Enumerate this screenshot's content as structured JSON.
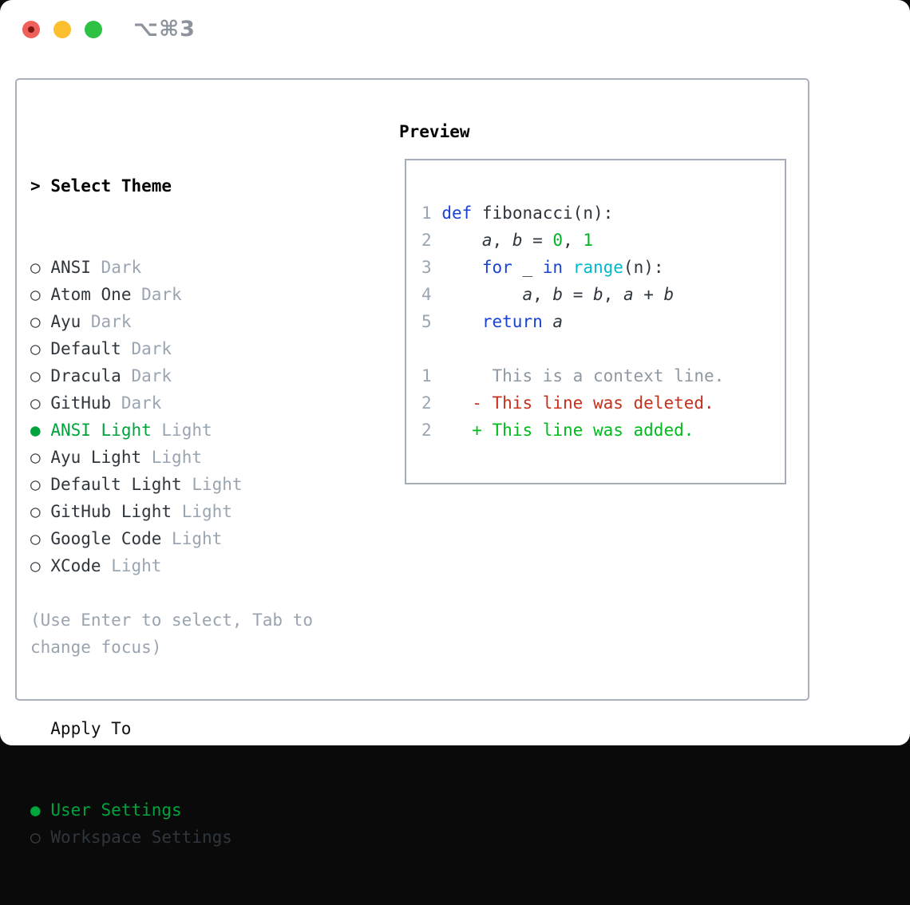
{
  "window": {
    "title_shortcut": "⌥⌘3"
  },
  "icons": {
    "focus_cursor": ">",
    "radio_unselected": "○",
    "radio_selected": "●",
    "traffic_close_icon": "close-circle",
    "traffic_minimize_icon": "minimize-circle",
    "traffic_zoom_icon": "zoom-circle"
  },
  "colors": {
    "selected_green": "#00a43c",
    "added_green": "#00bb1c",
    "number_green": "#00b521",
    "deleted_red": "#c5311d",
    "keyword_blue": "#1a43d3",
    "function_cyan": "#00b9cf",
    "muted_gray": "#9aa5b2",
    "text_dark": "#2f363d",
    "border_gray": "#a8b0bb",
    "traffic_red": "#f0605a",
    "traffic_yellow": "#fcbf2d",
    "traffic_green": "#2ec244"
  },
  "theme_panel": {
    "header_label": "Select Theme",
    "themes": [
      {
        "name": "ANSI",
        "variant": "Dark",
        "selected": false
      },
      {
        "name": "Atom One",
        "variant": "Dark",
        "selected": false
      },
      {
        "name": "Ayu",
        "variant": "Dark",
        "selected": false
      },
      {
        "name": "Default",
        "variant": "Dark",
        "selected": false
      },
      {
        "name": "Dracula",
        "variant": "Dark",
        "selected": false
      },
      {
        "name": "GitHub",
        "variant": "Dark",
        "selected": false
      },
      {
        "name": "ANSI Light",
        "variant": "Light",
        "selected": true
      },
      {
        "name": "Ayu Light",
        "variant": "Light",
        "selected": false
      },
      {
        "name": "Default Light",
        "variant": "Light",
        "selected": false
      },
      {
        "name": "GitHub Light",
        "variant": "Light",
        "selected": false
      },
      {
        "name": "Google Code",
        "variant": "Light",
        "selected": false
      },
      {
        "name": "XCode",
        "variant": "Light",
        "selected": false
      }
    ],
    "apply_to": {
      "header_label": "Apply To",
      "options": [
        {
          "name": "User Settings",
          "selected": true
        },
        {
          "name": "Workspace Settings",
          "selected": false
        }
      ]
    },
    "hint": "(Use Enter to select, Tab to\nchange focus)"
  },
  "preview": {
    "header_label": "Preview",
    "code_lines": [
      [
        [
          "lno",
          "1"
        ],
        [
          "pln",
          " "
        ],
        [
          "kw",
          "def"
        ],
        [
          "pln",
          " fibonacci(n):"
        ]
      ],
      [
        [
          "lno",
          "2"
        ],
        [
          "pln",
          "     "
        ],
        [
          "var",
          "a"
        ],
        [
          "pln",
          ", "
        ],
        [
          "var",
          "b"
        ],
        [
          "pln",
          " = "
        ],
        [
          "num",
          "0"
        ],
        [
          "pln",
          ", "
        ],
        [
          "num",
          "1"
        ]
      ],
      [
        [
          "lno",
          "3"
        ],
        [
          "pln",
          "     "
        ],
        [
          "kw",
          "for"
        ],
        [
          "pln",
          " _ "
        ],
        [
          "kw",
          "in"
        ],
        [
          "pln",
          " "
        ],
        [
          "fn",
          "range"
        ],
        [
          "pln",
          "(n):"
        ]
      ],
      [
        [
          "lno",
          "4"
        ],
        [
          "pln",
          "         "
        ],
        [
          "var",
          "a"
        ],
        [
          "pln",
          ", "
        ],
        [
          "var",
          "b"
        ],
        [
          "pln",
          " = "
        ],
        [
          "var",
          "b"
        ],
        [
          "pln",
          ", "
        ],
        [
          "var",
          "a"
        ],
        [
          "pln",
          " + "
        ],
        [
          "var",
          "b"
        ]
      ],
      [
        [
          "lno",
          "5"
        ],
        [
          "pln",
          "     "
        ],
        [
          "kw",
          "return"
        ],
        [
          "pln",
          " "
        ],
        [
          "var",
          "a"
        ]
      ]
    ],
    "diff_lines": [
      [
        [
          "lno",
          "1"
        ],
        [
          "pln",
          "      "
        ],
        [
          "ctx",
          "This is a context line."
        ]
      ],
      [
        [
          "lno",
          "2"
        ],
        [
          "pln",
          "    "
        ],
        [
          "del",
          "- This line was deleted."
        ]
      ],
      [
        [
          "lno",
          "2"
        ],
        [
          "pln",
          "    "
        ],
        [
          "add",
          "+ This line was added."
        ]
      ]
    ]
  }
}
